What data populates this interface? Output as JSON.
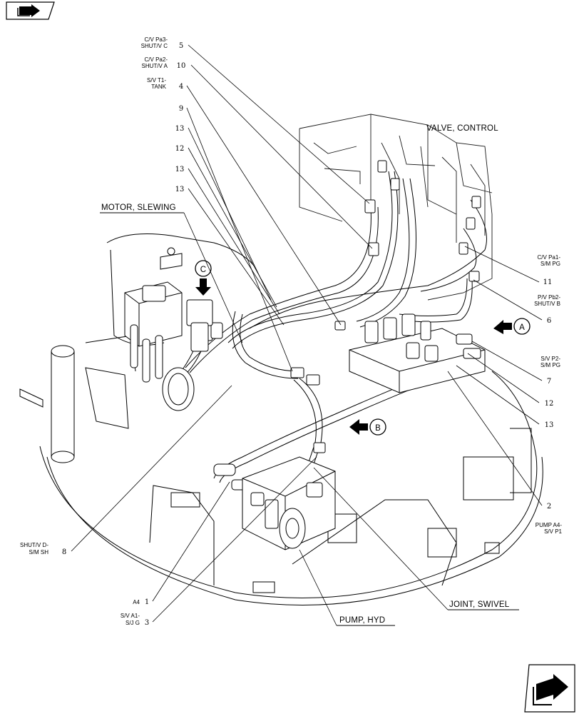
{
  "nav": {
    "prev_icon": "page-back-arrow-icon",
    "next_icon": "page-forward-arrow-icon"
  },
  "components": {
    "valve_control": "VALVE, CONTROL",
    "motor_slewing": "MOTOR, SLEWING",
    "joint_swivel": "JOINT, SWIVEL",
    "pump_hyd": "PUMP, HYD"
  },
  "views": [
    "A",
    "B",
    "C"
  ],
  "callouts_left": [
    {
      "text": [
        "C/V Pa3-",
        "SHUT/V C"
      ],
      "num": "5"
    },
    {
      "text": [
        "C/V Pa2-",
        "SHUT/V A"
      ],
      "num": "10"
    },
    {
      "text": [
        "S/V T1-",
        "TANK"
      ],
      "num": "4"
    },
    {
      "text": [],
      "num": "9"
    },
    {
      "text": [],
      "num": "13"
    },
    {
      "text": [],
      "num": "12"
    },
    {
      "text": [],
      "num": "13"
    },
    {
      "text": [],
      "num": "13"
    }
  ],
  "callouts_right": [
    {
      "text": [
        "C/V Pa1-",
        "S/M PG"
      ],
      "num": "11"
    },
    {
      "text": [
        "P/V Pb2-",
        "SHUT/V B"
      ],
      "num": "6"
    },
    {
      "text": [
        "S/V P2-",
        "S/M PG"
      ],
      "num": "7"
    },
    {
      "text": [],
      "num": "12"
    },
    {
      "text": [],
      "num": "13"
    },
    {
      "text": [
        "PUMP A4-",
        "S/V P1"
      ],
      "num": "2"
    }
  ],
  "callouts_bottom": [
    {
      "text": [
        "SHUT/V D-",
        "S/M SH"
      ],
      "num": "8"
    },
    {
      "text": [
        "A4"
      ],
      "num": "1"
    },
    {
      "text": [
        "S/V A1-",
        "S/J G"
      ],
      "num": "3"
    }
  ],
  "colors": {
    "line": "#000000",
    "background": "#ffffff"
  }
}
